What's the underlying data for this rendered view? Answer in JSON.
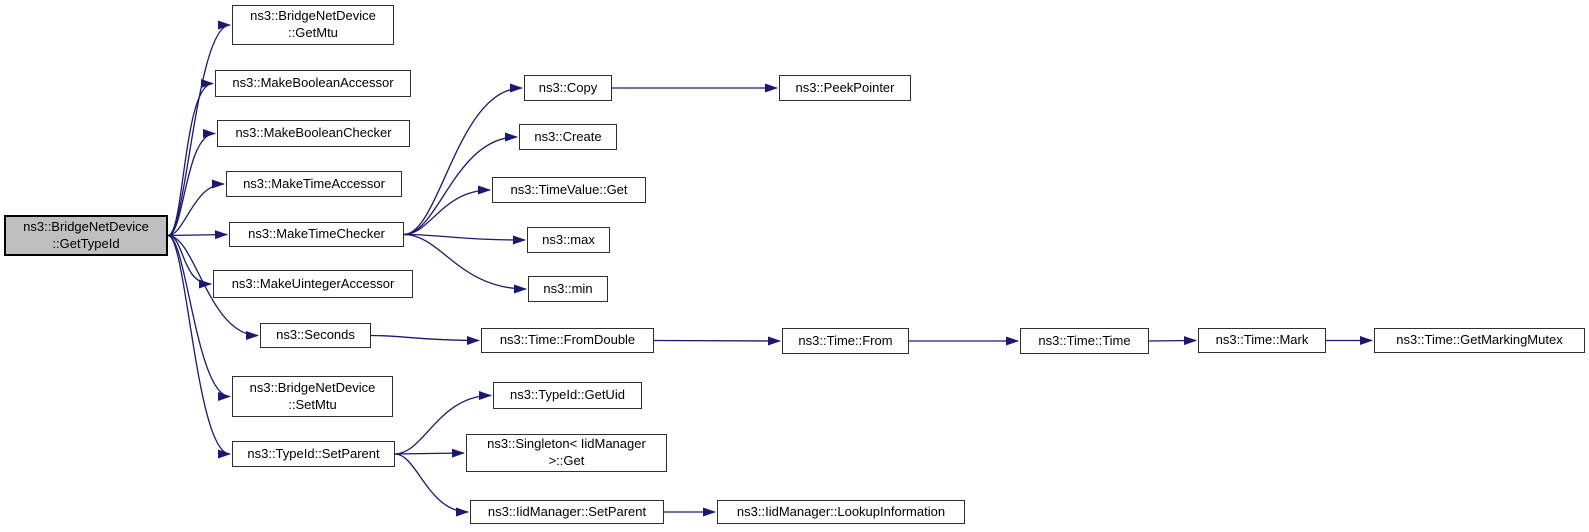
{
  "diagram": {
    "type": "doxygen-call-graph",
    "background_color": "#ffffff",
    "edge_color": "#191970",
    "node_fill": "#ffffff",
    "node_border_color": "#2e2e2e",
    "root_node_fill": "#bfbfbf",
    "nodes": [
      {
        "id": "gettypeid",
        "label": "ns3::BridgeNetDevice\n::GetTypeId",
        "root": true
      },
      {
        "id": "getmtu",
        "label": "ns3::BridgeNetDevice\n::GetMtu"
      },
      {
        "id": "makebooleanaccessor",
        "label": "ns3::MakeBooleanAccessor"
      },
      {
        "id": "makebooleanchecker",
        "label": "ns3::MakeBooleanChecker"
      },
      {
        "id": "maketimeaccessor",
        "label": "ns3::MakeTimeAccessor"
      },
      {
        "id": "maketimechecker",
        "label": "ns3::MakeTimeChecker"
      },
      {
        "id": "makeuintegeraccessor",
        "label": "ns3::MakeUintegerAccessor"
      },
      {
        "id": "seconds",
        "label": "ns3::Seconds"
      },
      {
        "id": "setmtu",
        "label": "ns3::BridgeNetDevice\n::SetMtu"
      },
      {
        "id": "typeidsetparent",
        "label": "ns3::TypeId::SetParent"
      },
      {
        "id": "copy",
        "label": "ns3::Copy"
      },
      {
        "id": "peekpointer",
        "label": "ns3::PeekPointer"
      },
      {
        "id": "create",
        "label": "ns3::Create"
      },
      {
        "id": "timevalueget",
        "label": "ns3::TimeValue::Get"
      },
      {
        "id": "max",
        "label": "ns3::max"
      },
      {
        "id": "min",
        "label": "ns3::min"
      },
      {
        "id": "fromdouble",
        "label": "ns3::Time::FromDouble"
      },
      {
        "id": "timefrom",
        "label": "ns3::Time::From"
      },
      {
        "id": "timetime",
        "label": "ns3::Time::Time"
      },
      {
        "id": "timemark",
        "label": "ns3::Time::Mark"
      },
      {
        "id": "getmarkingmutex",
        "label": "ns3::Time::GetMarkingMutex"
      },
      {
        "id": "typeidgetuid",
        "label": "ns3::TypeId::GetUid"
      },
      {
        "id": "singletonget",
        "label": "ns3::Singleton< IidManager\n>::Get"
      },
      {
        "id": "iidsetparent",
        "label": "ns3::IidManager::SetParent"
      },
      {
        "id": "lookupinformation",
        "label": "ns3::IidManager::LookupInformation"
      }
    ],
    "edges": [
      {
        "from": "gettypeid",
        "to": "getmtu"
      },
      {
        "from": "gettypeid",
        "to": "makebooleanaccessor"
      },
      {
        "from": "gettypeid",
        "to": "makebooleanchecker"
      },
      {
        "from": "gettypeid",
        "to": "maketimeaccessor"
      },
      {
        "from": "gettypeid",
        "to": "maketimechecker"
      },
      {
        "from": "gettypeid",
        "to": "makeuintegeraccessor"
      },
      {
        "from": "gettypeid",
        "to": "seconds"
      },
      {
        "from": "gettypeid",
        "to": "setmtu"
      },
      {
        "from": "gettypeid",
        "to": "typeidsetparent"
      },
      {
        "from": "maketimechecker",
        "to": "copy"
      },
      {
        "from": "maketimechecker",
        "to": "create"
      },
      {
        "from": "maketimechecker",
        "to": "timevalueget"
      },
      {
        "from": "maketimechecker",
        "to": "max"
      },
      {
        "from": "maketimechecker",
        "to": "min"
      },
      {
        "from": "copy",
        "to": "peekpointer"
      },
      {
        "from": "seconds",
        "to": "fromdouble"
      },
      {
        "from": "fromdouble",
        "to": "timefrom"
      },
      {
        "from": "timefrom",
        "to": "timetime"
      },
      {
        "from": "timetime",
        "to": "timemark"
      },
      {
        "from": "timemark",
        "to": "getmarkingmutex"
      },
      {
        "from": "typeidsetparent",
        "to": "typeidgetuid"
      },
      {
        "from": "typeidsetparent",
        "to": "singletonget"
      },
      {
        "from": "typeidsetparent",
        "to": "iidsetparent"
      },
      {
        "from": "iidsetparent",
        "to": "lookupinformation"
      }
    ]
  }
}
